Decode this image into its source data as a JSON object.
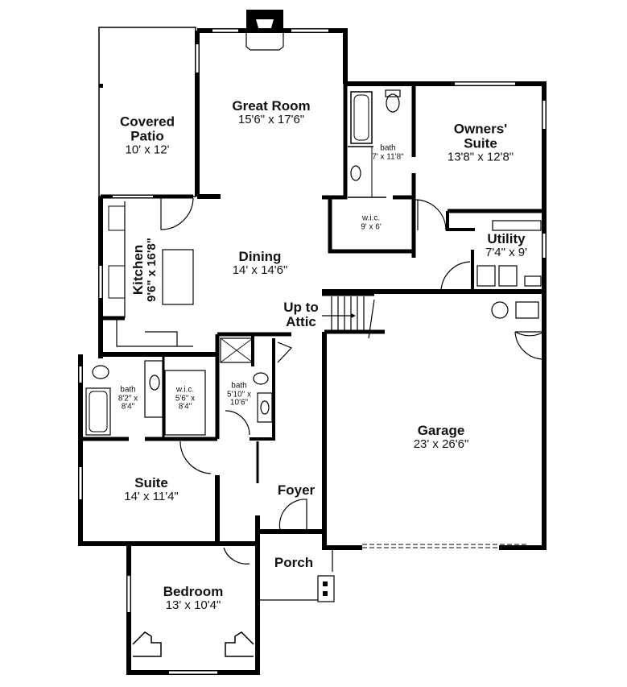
{
  "plan": {
    "type": "floor-plan",
    "wall_color": "#000000",
    "background": "#ffffff"
  },
  "rooms": {
    "covered_patio": {
      "name": "Covered\nPatio",
      "name_line1": "Covered",
      "name_line2": "Patio",
      "dim": "10' x 12'"
    },
    "great_room": {
      "name": "Great Room",
      "dim": "15'6\" x 17'6\""
    },
    "owners_suite": {
      "name_line1": "Owners'",
      "name_line2": "Suite",
      "dim": "13'8\" x 12'8\""
    },
    "owners_bath": {
      "name": "bath",
      "dim": "7' x 11'8\""
    },
    "owners_wic": {
      "name": "w.i.c.",
      "dim": "9' x 6'"
    },
    "kitchen": {
      "name": "Kitchen",
      "dim": "9'6\" x 16'8\""
    },
    "dining": {
      "name": "Dining",
      "dim": "14' x 14'6\""
    },
    "utility": {
      "name": "Utility",
      "dim": "7'4\" x 9'"
    },
    "attic_stairs": {
      "line1": "Up to",
      "line2": "Attic"
    },
    "garage": {
      "name": "Garage",
      "dim": "23' x 26'6\""
    },
    "suite_bath": {
      "name": "bath",
      "dim_line1": "8'2\" x",
      "dim_line2": "8'4\""
    },
    "suite_wic": {
      "name": "w.i.c.",
      "dim_line1": "5'6\" x",
      "dim_line2": "8'4\""
    },
    "hall_bath": {
      "name": "bath",
      "dim_line1": "5'10\" x",
      "dim_line2": "10'6\""
    },
    "suite": {
      "name": "Suite",
      "dim": "14' x 11'4\""
    },
    "foyer": {
      "name": "Foyer"
    },
    "porch": {
      "name": "Porch"
    },
    "bedroom": {
      "name": "Bedroom",
      "dim": "13' x 10'4\""
    }
  }
}
